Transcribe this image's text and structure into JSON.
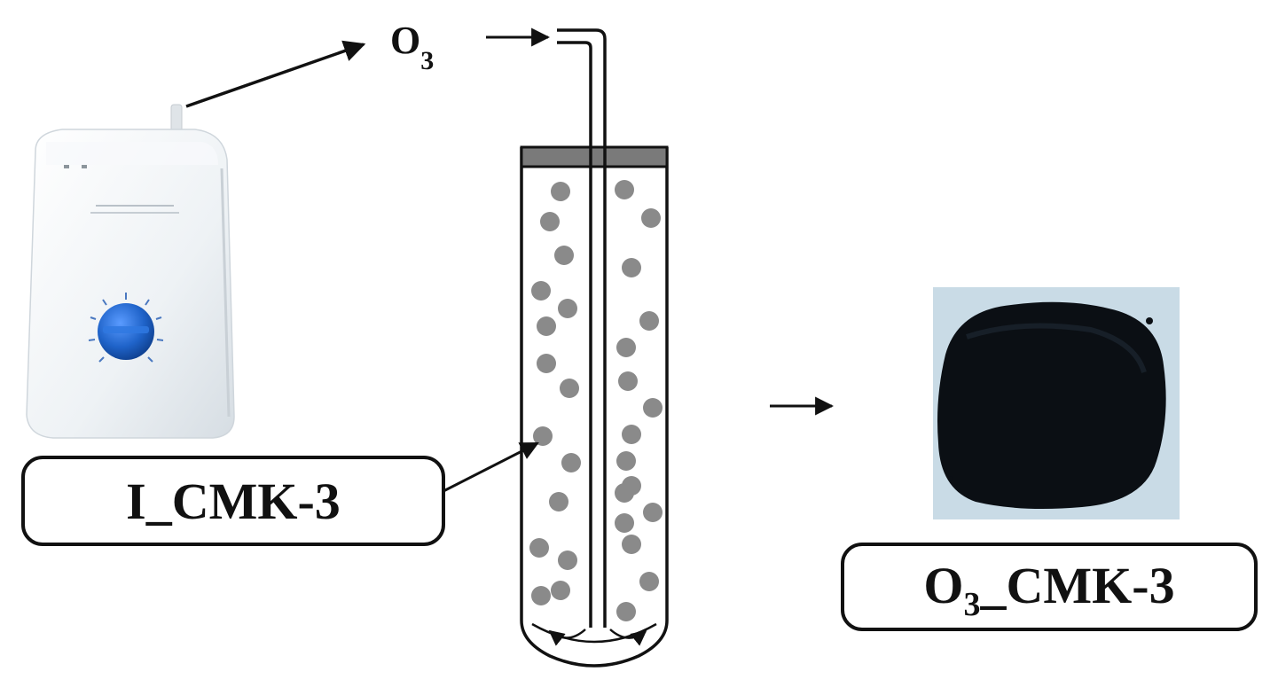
{
  "diagram": {
    "gas": {
      "base": "O",
      "subscript": "3"
    },
    "input_label": "I_CMK-3",
    "output_label": {
      "base": "O",
      "subscript": "3",
      "suffix": "_CMK-3"
    }
  },
  "colors": {
    "line": "#111111",
    "particle": "#8a8a8a",
    "tube_cap": "#7a7a7a",
    "device_body": "#eef2f5",
    "knob": "#1f63c9",
    "photo_bg": "#c9dbe6",
    "powder": "#0b0f14"
  },
  "icons": [
    "ozone-generator-icon",
    "blue-knob-icon",
    "powder-photo-icon"
  ]
}
